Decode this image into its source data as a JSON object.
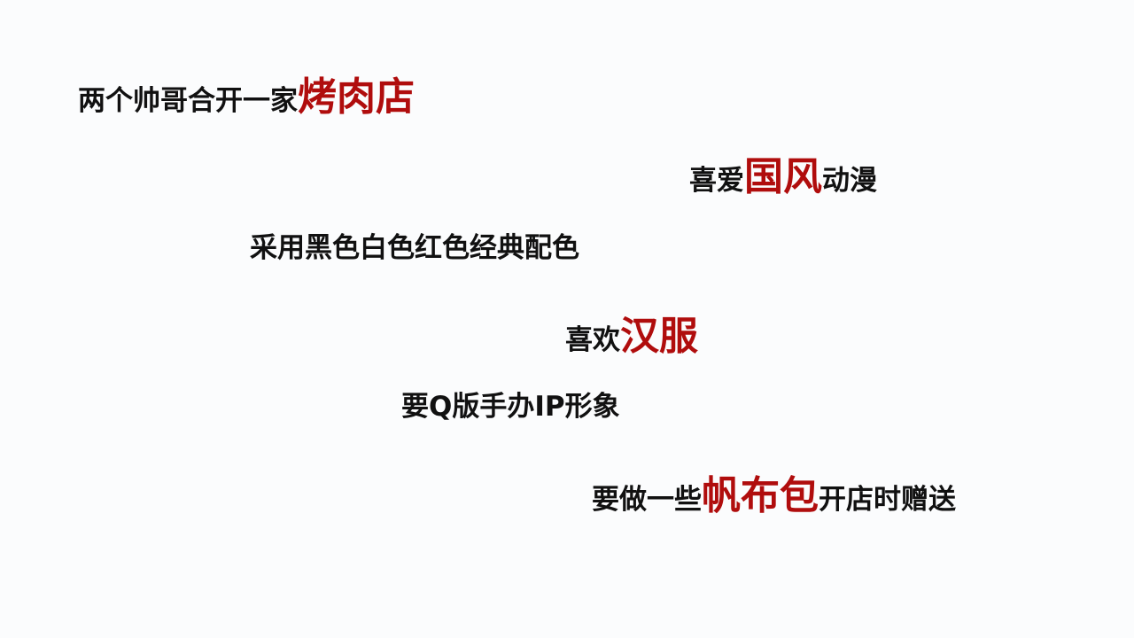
{
  "colors": {
    "background": "#fbfcfd",
    "text": "#111111",
    "accent": "#b00d0d"
  },
  "lines": [
    {
      "normal": "两个帅哥合开一家",
      "highlight": "烤肉店"
    },
    {
      "pre": "喜爱",
      "highlight": "国风",
      "post": "动漫"
    },
    {
      "normal": "采用黑色白色红色经典配色"
    },
    {
      "pre": "喜欢",
      "highlight": "汉服"
    },
    {
      "normal": "要Q版手办IP形象"
    },
    {
      "pre": "要做一些",
      "highlight": "帆布包",
      "post": "开店时赠送"
    }
  ]
}
